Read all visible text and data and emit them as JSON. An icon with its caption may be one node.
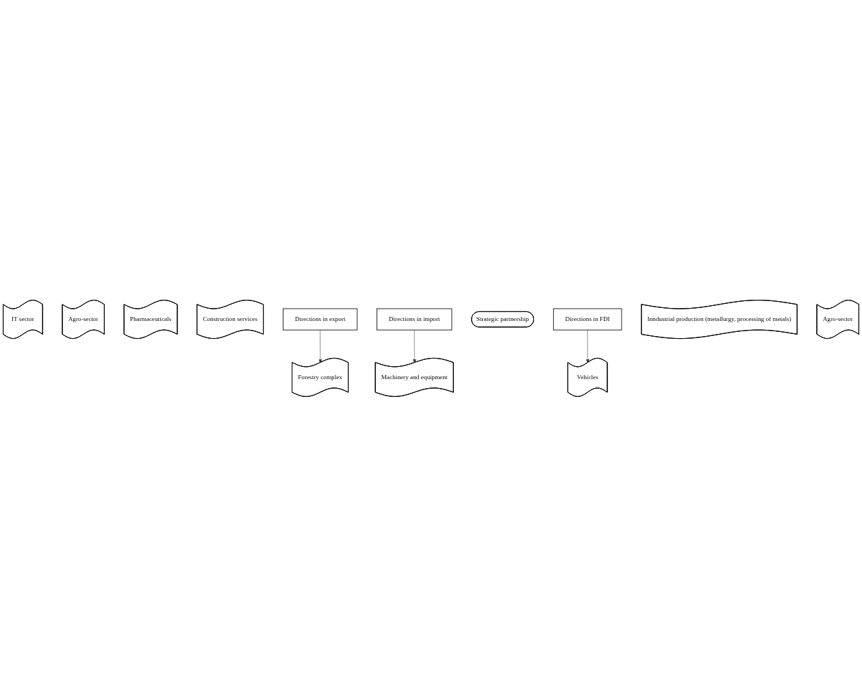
{
  "diagram": {
    "nodes": [
      {
        "text": [
          "IT sector"
        ]
      },
      {
        "text": [
          "Agro-sector"
        ]
      },
      {
        "text": [
          "Forestry complex"
        ]
      },
      {
        "text": [
          "Pharmaceuticals"
        ]
      },
      {
        "text": [
          "Construction services"
        ]
      },
      {
        "text": [
          "Machinery and equipment"
        ]
      },
      {
        "text": [
          "Directions in export"
        ]
      },
      {
        "text": [
          "Directions in import"
        ]
      },
      {
        "text": [
          "Strategic partnership"
        ]
      },
      {
        "text": [
          "Directions in FDI"
        ]
      },
      {
        "text": [
          "Vehicles"
        ]
      },
      {
        "text": [
          "Inndustrial production (metallurgy, processing of metals)"
        ]
      },
      {
        "text": [
          "Agro-sector"
        ]
      }
    ],
    "edges": [
      {
        "from": 6,
        "to": 2,
        "arrow": "to"
      },
      {
        "from": 7,
        "to": 5,
        "arrow": "to"
      },
      {
        "from": 9,
        "to": 10,
        "arrow": "to"
      }
    ]
  }
}
